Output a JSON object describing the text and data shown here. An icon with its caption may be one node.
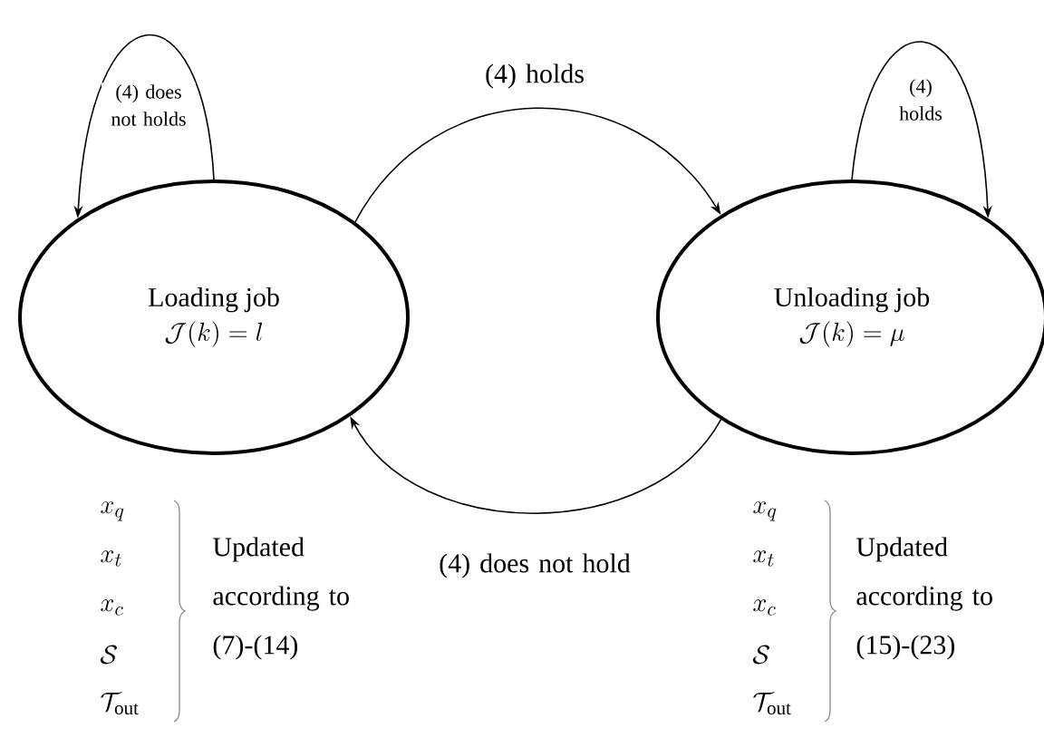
{
  "diagram": {
    "nodes": [
      {
        "text": [
          "Loading job",
          "\\mathcal{J}(k) = l"
        ]
      },
      {
        "text": [
          "Unloading job",
          "\\mathcal{J}(k) = \\mu"
        ]
      }
    ],
    "edges": [
      {
        "from": 0,
        "to": 0,
        "arrow": "to",
        "label": "(4) does not holds"
      },
      {
        "from": 0,
        "to": 1,
        "arrow": "to",
        "label": "(4) holds"
      },
      {
        "from": 1,
        "to": 1,
        "arrow": "to",
        "label": "(4) holds"
      },
      {
        "from": 1,
        "to": 0,
        "arrow": "to",
        "label": "(4) does not hold"
      }
    ],
    "labels": [
      "x_q",
      "x_t",
      "x_c",
      "\\mathcal{S}",
      "\\mathcal{T}_{\\mathrm{out}}",
      "Updated according to (7)-(14)",
      "x_q",
      "x_t",
      "x_c",
      "\\mathcal{S}",
      "\\mathcal{T}_{\\mathrm{out}}",
      "Updated according to (15)-(23)"
    ]
  }
}
